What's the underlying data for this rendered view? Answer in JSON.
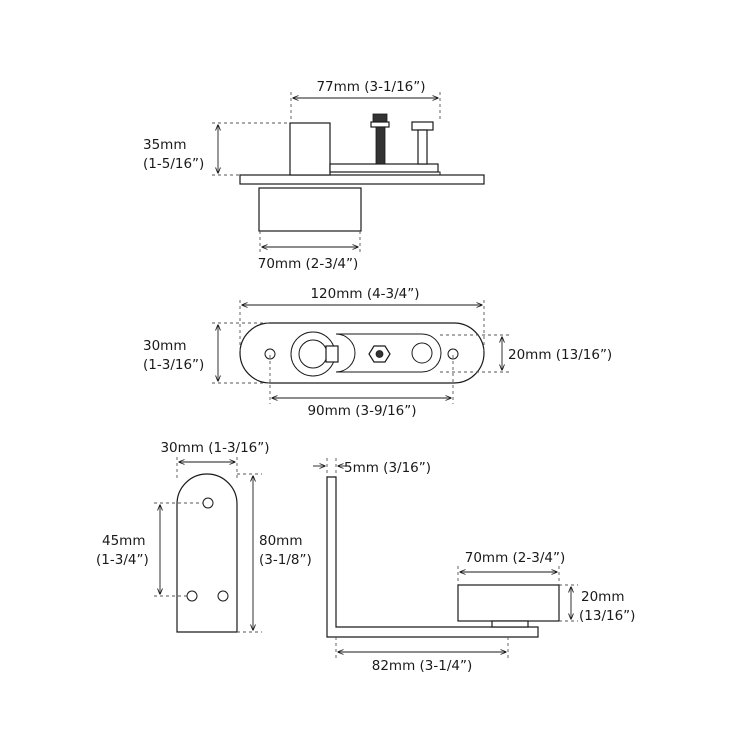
{
  "views": {
    "top_view": {
      "width_label": "77mm (3-1/16”)",
      "height_label_mm": "35mm",
      "height_label_in": "(1-5/16”)",
      "base_label": "70mm (2-3/4”)"
    },
    "plan_view": {
      "length_label": "120mm (4-3/4”)",
      "width_label_mm": "30mm",
      "width_label_in": "(1-3/16”)",
      "slot_label": "20mm (13/16”)",
      "holes_label": "90mm (3-9/16”)"
    },
    "bracket_front": {
      "width_label": "30mm (1-3/16”)",
      "hole_span_mm": "45mm",
      "hole_span_in": "(1-3/4”)",
      "height_mm": "80mm",
      "height_in": "(3-1/8”)"
    },
    "bracket_side": {
      "thickness_label": "5mm (3/16”)",
      "block_width_label": "70mm (2-3/4”)",
      "block_height_mm": "20mm",
      "block_height_in": "(13/16”)",
      "base_length_label": "82mm (3-1/4”)"
    }
  }
}
